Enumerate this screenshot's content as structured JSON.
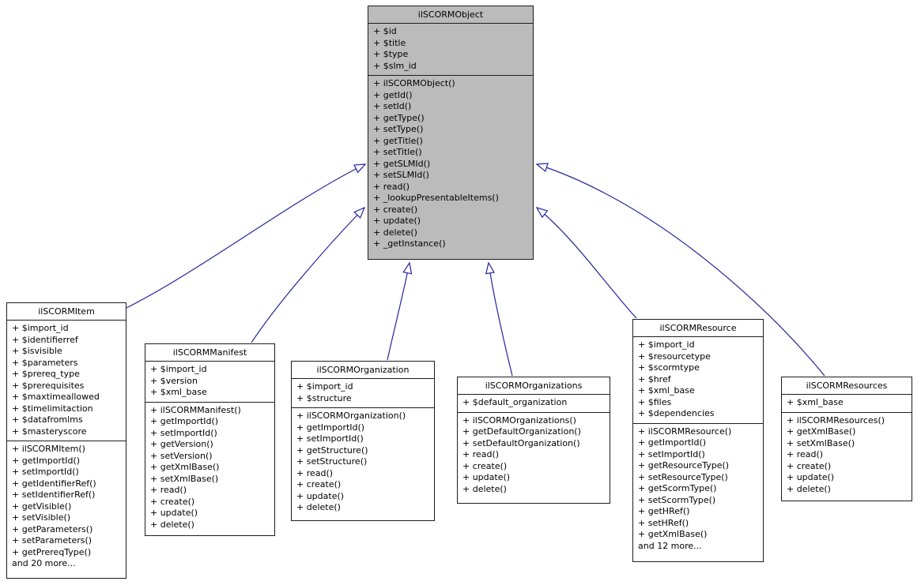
{
  "diagram": {
    "type": "uml-class-inheritance",
    "colors": {
      "background": "#ffffff",
      "parent_node_fill": "#bbbbbb",
      "node_fill": "#ffffff",
      "node_border": "#1c1c1c",
      "edge": "#24249e"
    },
    "classes": {
      "object": {
        "title": "ilSCORMObject",
        "attributes": [
          "+ $id",
          "+ $title",
          "+ $type",
          "+ $slm_id"
        ],
        "methods": [
          "+ ilSCORMObject()",
          "+ getId()",
          "+ setId()",
          "+ getType()",
          "+ setType()",
          "+ getTitle()",
          "+ setTitle()",
          "+ getSLMId()",
          "+ setSLMId()",
          "+ read()",
          "+ _lookupPresentableItems()",
          "+ create()",
          "+ update()",
          "+ delete()",
          "+ _getInstance()"
        ]
      },
      "item": {
        "title": "ilSCORMItem",
        "attributes": [
          "+ $import_id",
          "+ $identifierref",
          "+ $isvisible",
          "+ $parameters",
          "+ $prereq_type",
          "+ $prerequisites",
          "+ $maxtimeallowed",
          "+ $timelimitaction",
          "+ $datafromlms",
          "+ $masteryscore"
        ],
        "methods": [
          "+ ilSCORMItem()",
          "+ getImportId()",
          "+ setImportId()",
          "+ getIdentifierRef()",
          "+ setIdentifierRef()",
          "+ getVisible()",
          "+ setVisible()",
          "+ getParameters()",
          "+ setParameters()",
          "+ getPrereqType()",
          "and 20 more..."
        ]
      },
      "manifest": {
        "title": "ilSCORMManifest",
        "attributes": [
          "+ $import_id",
          "+ $version",
          "+ $xml_base"
        ],
        "methods": [
          "+ ilSCORMManifest()",
          "+ getImportId()",
          "+ setImportId()",
          "+ getVersion()",
          "+ setVersion()",
          "+ getXmlBase()",
          "+ setXmlBase()",
          "+ read()",
          "+ create()",
          "+ update()",
          "+ delete()"
        ]
      },
      "organization": {
        "title": "ilSCORMOrganization",
        "attributes": [
          "+ $import_id",
          "+ $structure"
        ],
        "methods": [
          "+ ilSCORMOrganization()",
          "+ getImportId()",
          "+ setImportId()",
          "+ getStructure()",
          "+ setStructure()",
          "+ read()",
          "+ create()",
          "+ update()",
          "+ delete()"
        ]
      },
      "organizations": {
        "title": "ilSCORMOrganizations",
        "attributes": [
          "+ $default_organization"
        ],
        "methods": [
          "+ ilSCORMOrganizations()",
          "+ getDefaultOrganization()",
          "+ setDefaultOrganization()",
          "+ read()",
          "+ create()",
          "+ update()",
          "+ delete()"
        ]
      },
      "resource": {
        "title": "ilSCORMResource",
        "attributes": [
          "+ $import_id",
          "+ $resourcetype",
          "+ $scormtype",
          "+ $href",
          "+ $xml_base",
          "+ $files",
          "+ $dependencies"
        ],
        "methods": [
          "+ ilSCORMResource()",
          "+ getImportId()",
          "+ setImportId()",
          "+ getResourceType()",
          "+ setResourceType()",
          "+ getScormType()",
          "+ setScormType()",
          "+ getHRef()",
          "+ setHRef()",
          "+ getXmlBase()",
          "and 12 more..."
        ]
      },
      "resources": {
        "title": "ilSCORMResources",
        "attributes": [
          "+ $xml_base"
        ],
        "methods": [
          "+ ilSCORMResources()",
          "+ getXmlBase()",
          "+ setXmlBase()",
          "+ read()",
          "+ create()",
          "+ update()",
          "+ delete()"
        ]
      }
    },
    "edges": [
      {
        "from": "ilSCORMItem",
        "to": "ilSCORMObject",
        "relation": "inherits"
      },
      {
        "from": "ilSCORMManifest",
        "to": "ilSCORMObject",
        "relation": "inherits"
      },
      {
        "from": "ilSCORMOrganization",
        "to": "ilSCORMObject",
        "relation": "inherits"
      },
      {
        "from": "ilSCORMOrganizations",
        "to": "ilSCORMObject",
        "relation": "inherits"
      },
      {
        "from": "ilSCORMResource",
        "to": "ilSCORMObject",
        "relation": "inherits"
      },
      {
        "from": "ilSCORMResources",
        "to": "ilSCORMObject",
        "relation": "inherits"
      }
    ]
  }
}
